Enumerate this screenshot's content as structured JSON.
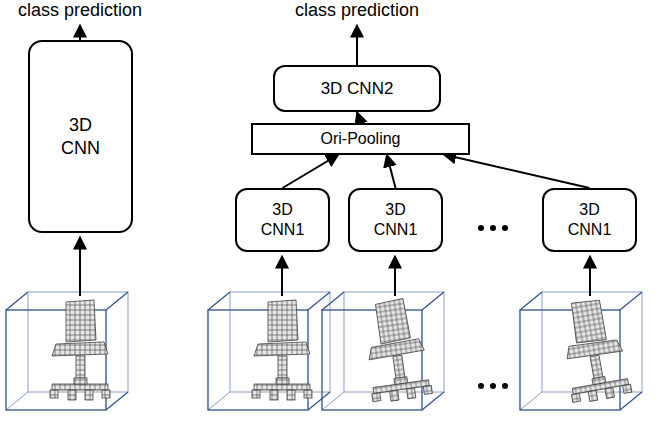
{
  "diagram": {
    "nodes": [
      {
        "text": [
          "3D CNN"
        ]
      },
      {
        "text": [
          "3D CNN2"
        ]
      },
      {
        "text": [
          "Ori-Pooling"
        ]
      },
      {
        "text": [
          "3D CNN1"
        ]
      },
      {
        "text": [
          "3D CNN1"
        ]
      },
      {
        "text": [
          "3D CNN1"
        ]
      }
    ],
    "edges": [
      {
        "from": 3,
        "to": 2,
        "arrow": "to"
      },
      {
        "from": 4,
        "to": 2,
        "arrow": "to"
      },
      {
        "from": 5,
        "to": 2,
        "arrow": "to"
      },
      {
        "from": 2,
        "to": 1,
        "arrow": "to"
      }
    ],
    "labels": [
      "class prediction",
      "class prediction"
    ]
  }
}
